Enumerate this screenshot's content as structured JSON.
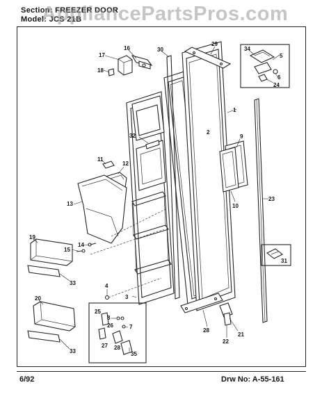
{
  "header": {
    "section": "Section:  FREEZER DOOR",
    "model": "Model:  JCS 21B"
  },
  "watermark": "AppliancePartsPros.com",
  "footer": {
    "date": "6/92",
    "drawing_number": "Drw No:  A-55-161"
  },
  "part_labels": {
    "p1": "1",
    "p2": "2",
    "p3": "3",
    "p4": "4",
    "p5": "5",
    "p6": "6",
    "p7": "7",
    "p8": "8",
    "p9": "9",
    "p10": "10",
    "p11": "11",
    "p12": "12",
    "p13": "13",
    "p14": "14",
    "p15": "15",
    "p16": "16",
    "p17": "17",
    "p18": "18",
    "p19": "19",
    "p20": "20",
    "p21": "21",
    "p22": "22",
    "p23": "23",
    "p24": "24",
    "p25": "25",
    "p26": "26",
    "p27": "27",
    "p28": "28",
    "p28b": "28",
    "p29": "29",
    "p30": "30",
    "p31": "31",
    "p32": "32",
    "p33a": "33",
    "p33b": "33",
    "p34": "34",
    "p35": "35"
  }
}
